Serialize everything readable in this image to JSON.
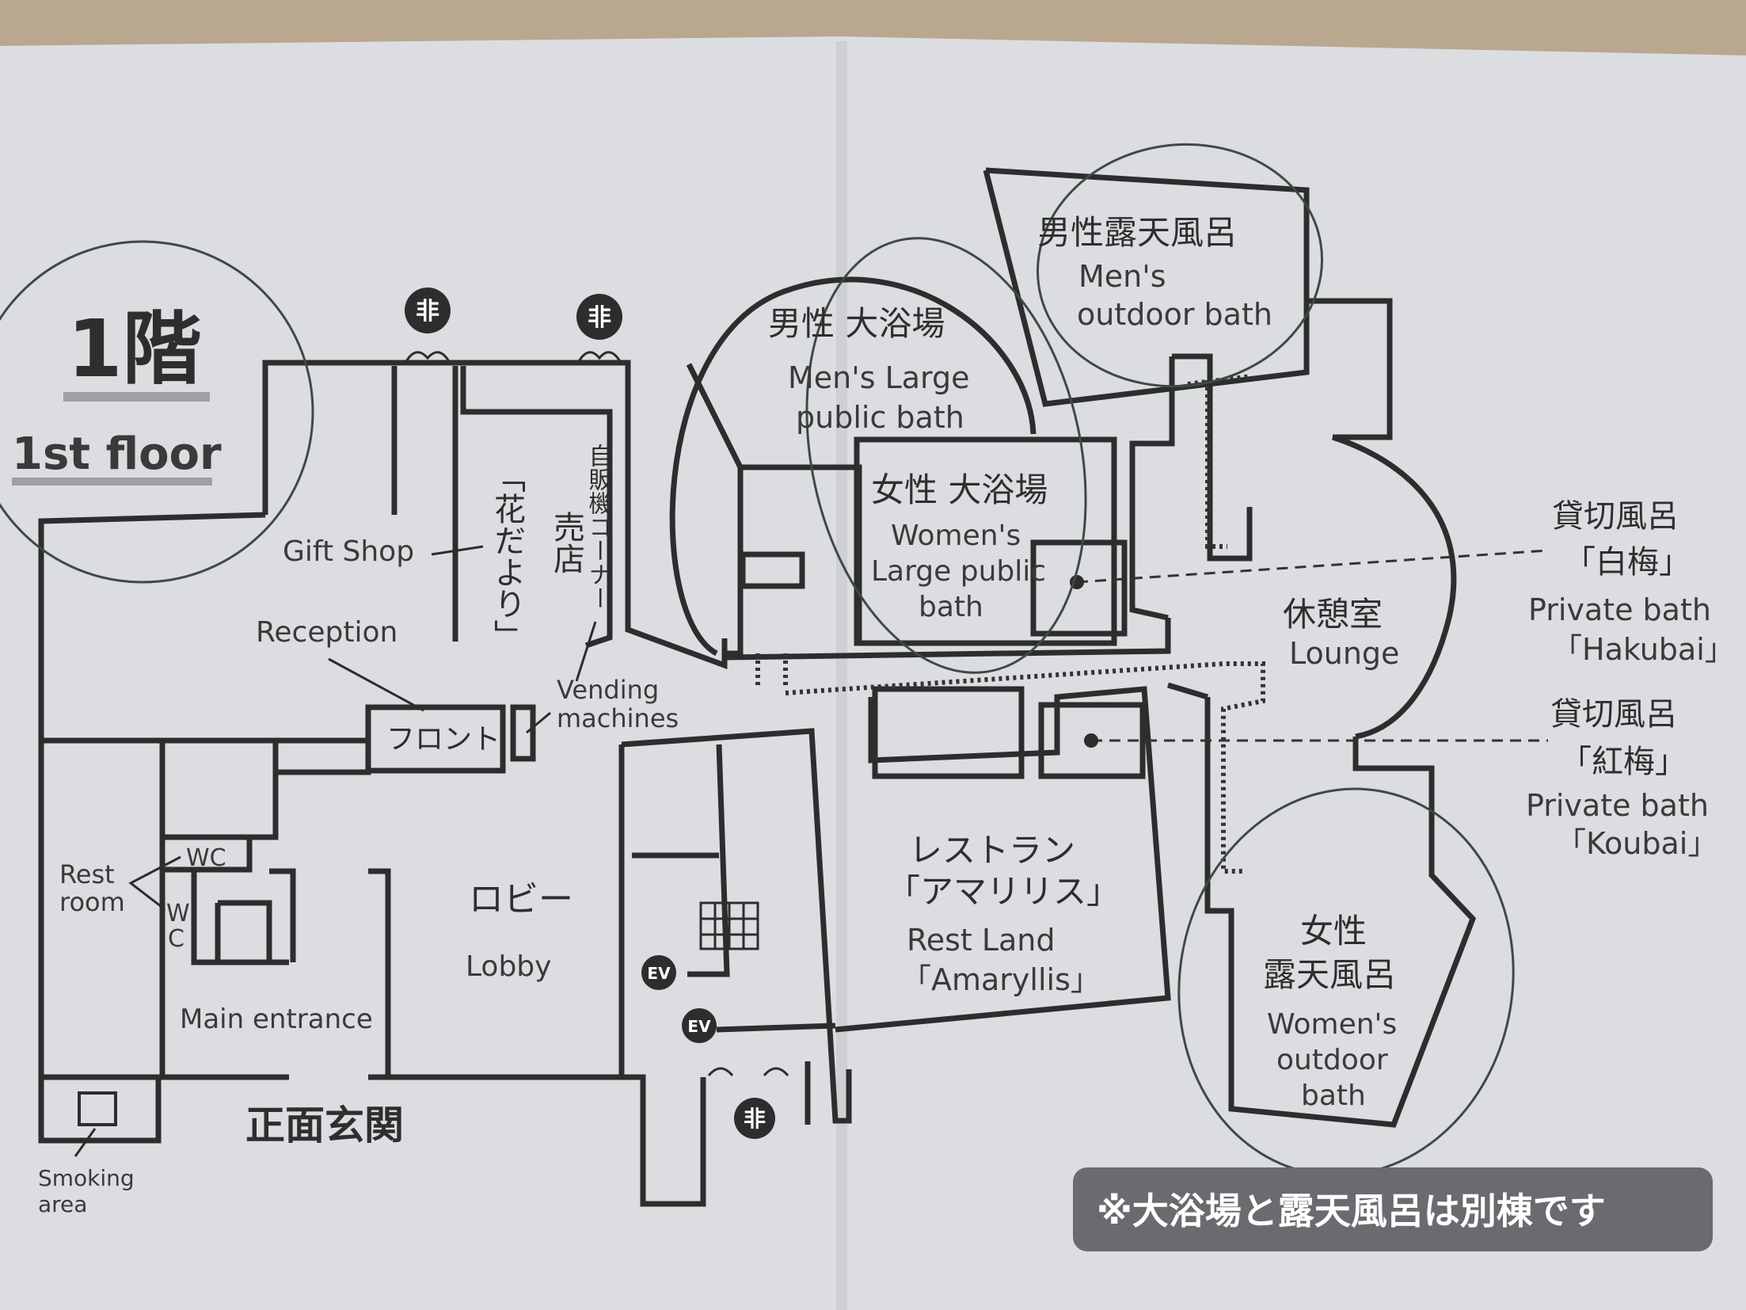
{
  "floor": {
    "jp": "1階",
    "en": "1st floor"
  },
  "exit_mark": "非",
  "rooms": {
    "gift_shop_en": "Gift Shop",
    "gift_shop_jp1": "売店",
    "gift_shop_jp2": "「花だより」",
    "vending_jp": "自販機コーナー",
    "vending_en1": "Vending",
    "vending_en2": "machines",
    "reception_en": "Reception",
    "reception_jp": "フロント",
    "rest_room_1": "Rest",
    "rest_room_2": "room",
    "wc_1": "WC",
    "wc_2a": "W",
    "wc_2b": "C",
    "lobby_jp": "ロビー",
    "lobby_en": "Lobby",
    "main_entrance_en": "Main entrance",
    "main_entrance_jp": "正面玄関",
    "smoking_1": "Smoking",
    "smoking_2": "area",
    "ev": "EV",
    "restaurant_jp1": "レストラン",
    "restaurant_jp2": "「アマリリス」",
    "restaurant_en1": "Rest Land",
    "restaurant_en2": "「Amaryllis」",
    "mens_large_jp": "男性 大浴場",
    "mens_large_en1": "Men's Large",
    "mens_large_en2": "public bath",
    "womens_large_jp": "女性 大浴場",
    "womens_large_en1": "Women's",
    "womens_large_en2": "Large public",
    "womens_large_en3": "bath",
    "mens_outdoor_jp": "男性露天風呂",
    "mens_outdoor_en1": "Men's",
    "mens_outdoor_en2": "outdoor bath",
    "lounge_jp": "休憩室",
    "lounge_en": "Lounge",
    "hakubai_jp1": "貸切風呂",
    "hakubai_jp2": "「白梅」",
    "hakubai_en1": "Private bath",
    "hakubai_en2": "「Hakubai」",
    "koubai_jp1": "貸切風呂",
    "koubai_jp2": "「紅梅」",
    "koubai_en1": "Private bath",
    "koubai_en2": "「Koubai」",
    "womens_outdoor_jp1": "女性",
    "womens_outdoor_jp2": "露天風呂",
    "womens_outdoor_en1": "Women's",
    "womens_outdoor_en2": "outdoor",
    "womens_outdoor_en3": "bath"
  },
  "note": "※大浴場と露天風呂は別棟です"
}
